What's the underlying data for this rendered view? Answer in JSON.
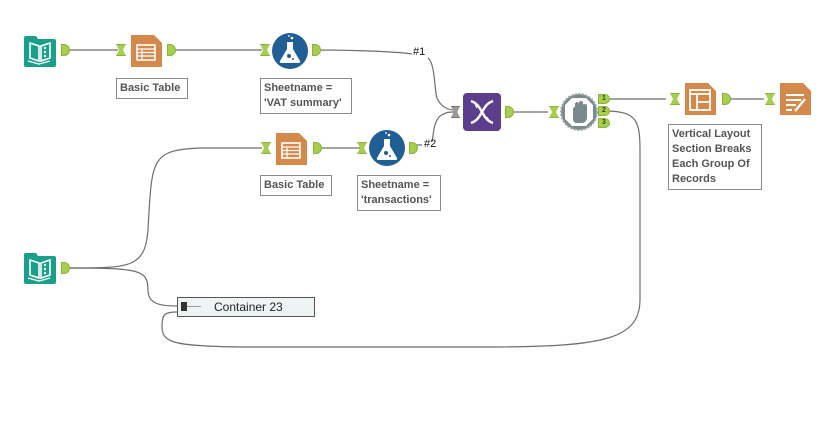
{
  "canvas": {
    "tools": [
      {
        "id": "input-1",
        "type": "input-data",
        "icon": "book-icon",
        "color": "#1aa08a"
      },
      {
        "id": "basic-table-1",
        "type": "basic-table",
        "icon": "table-icon",
        "color": "#d4894a",
        "label": "Basic Table"
      },
      {
        "id": "formula-1",
        "type": "formula",
        "icon": "flask-icon",
        "color": "#1f5f96",
        "label": "Sheetname =\n'VAT summary'"
      },
      {
        "id": "basic-table-2",
        "type": "basic-table",
        "icon": "table-icon",
        "color": "#d4894a",
        "label": "Basic Table"
      },
      {
        "id": "formula-2",
        "type": "formula",
        "icon": "flask-icon",
        "color": "#1f5f96",
        "label": "Sheetname =\n'transactions'"
      },
      {
        "id": "union-1",
        "type": "union",
        "icon": "dna-icon",
        "color": "#5b3f8c"
      },
      {
        "id": "block-until-done",
        "type": "block-until-done",
        "icon": "hand-stop-icon",
        "color": "#7a8a8c",
        "outputs": [
          "1",
          "2",
          "3"
        ]
      },
      {
        "id": "layout-1",
        "type": "layout",
        "icon": "layout-icon",
        "color": "#d4894a",
        "label": "Vertical Layout\nSection Breaks\nEach Group Of\nRecords"
      },
      {
        "id": "render-1",
        "type": "render",
        "icon": "render-icon",
        "color": "#d4894a"
      },
      {
        "id": "input-2",
        "type": "input-data",
        "icon": "book-icon",
        "color": "#1aa08a"
      }
    ],
    "connection_labels": [
      "#1",
      "#2"
    ],
    "container": {
      "name": "Container 23"
    }
  }
}
